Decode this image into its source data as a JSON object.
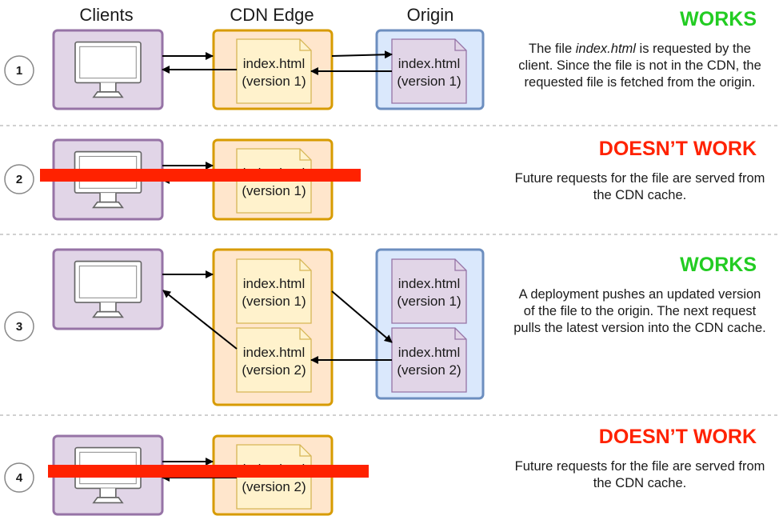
{
  "headers": {
    "clients": "Clients",
    "cdn_edge": "CDN Edge",
    "origin": "Origin"
  },
  "doc_name": "index.html",
  "doc_versions": {
    "v1": "(version 1)",
    "v2": "(version 2)"
  },
  "status_colors": {
    "works": "#22cc22",
    "doesnt_work": "#ff2200"
  },
  "box_colors": {
    "client_fill": "#e1d5e7",
    "client_border": "#9673a6",
    "cdn_fill": "#ffe6cc",
    "cdn_border": "#d79b00",
    "origin_fill": "#dae8fc",
    "origin_border": "#6c8ebf",
    "doc_cdn_fill": "#fff2cc",
    "doc_cdn_border": "#d6b656",
    "doc_origin_fill": "#e1d5e7",
    "doc_origin_border": "#9673a6"
  },
  "steps": [
    {
      "number": "1",
      "status": "WORKS",
      "status_type": "works",
      "desc_prefix": "The file ",
      "desc_em": "index.html",
      "desc_suffix": " is requested by the client. Since the file is not in the CDN, the requested file is fetched from the origin."
    },
    {
      "number": "2",
      "status": "DOESN’T WORK",
      "status_type": "doesnt_work",
      "desc_prefix": "Future requests for the file are served from the CDN cache.",
      "desc_em": "",
      "desc_suffix": ""
    },
    {
      "number": "3",
      "status": "WORKS",
      "status_type": "works",
      "desc_prefix": "A deployment pushes an updated version of the file to the origin. The next request pulls the latest version into the CDN cache.",
      "desc_em": "",
      "desc_suffix": ""
    },
    {
      "number": "4",
      "status": "DOESN’T WORK",
      "status_type": "doesnt_work",
      "desc_prefix": "Future requests for the file are served from the CDN cache.",
      "desc_em": "",
      "desc_suffix": ""
    }
  ]
}
